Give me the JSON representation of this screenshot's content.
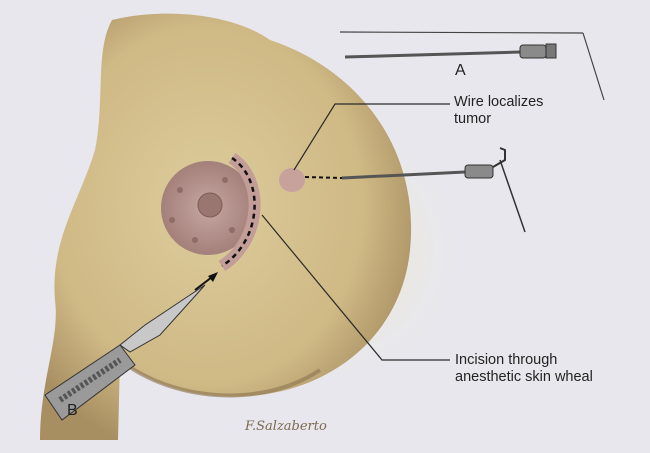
{
  "labels": {
    "a": "A",
    "b": "B",
    "wire": [
      "Wire localizes",
      "tumor"
    ],
    "incision": [
      "Incision through",
      "anesthetic skin wheal"
    ]
  },
  "signature": "F. Salzaberto",
  "colors": {
    "background": "#e8e7ee",
    "skin": "#d6c28f",
    "areola": "#b8938f",
    "leader": "#2a2a2a"
  }
}
